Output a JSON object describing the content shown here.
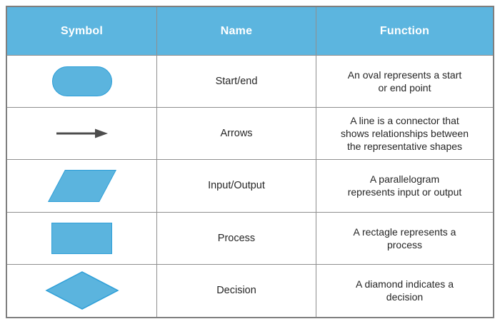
{
  "colors": {
    "accent": "#5CB5DF",
    "shape_fill": "#5BB4DE",
    "shape_stroke": "#2E9FD8",
    "arrow": "#4D4D4D",
    "grid_line": "#8F8F8F",
    "outer_border": "#7F7F7F",
    "header_text": "#FFFFFF",
    "body_text": "#262626"
  },
  "table": {
    "headers": [
      "Symbol",
      "Name",
      "Function"
    ],
    "rows": [
      {
        "symbol": "oval",
        "name": "Start/end",
        "function": "An oval represents a start\nor end point"
      },
      {
        "symbol": "arrow",
        "name": "Arrows",
        "function": "A line is a connector that\nshows relationships between\nthe representative shapes"
      },
      {
        "symbol": "parallelogram",
        "name": "Input/Output",
        "function": "A parallelogram\nrepresents input or output"
      },
      {
        "symbol": "rectangle",
        "name": "Process",
        "function": "A rectagle represents a\nprocess"
      },
      {
        "symbol": "diamond",
        "name": "Decision",
        "function": "A diamond indicates a\ndecision"
      }
    ]
  }
}
